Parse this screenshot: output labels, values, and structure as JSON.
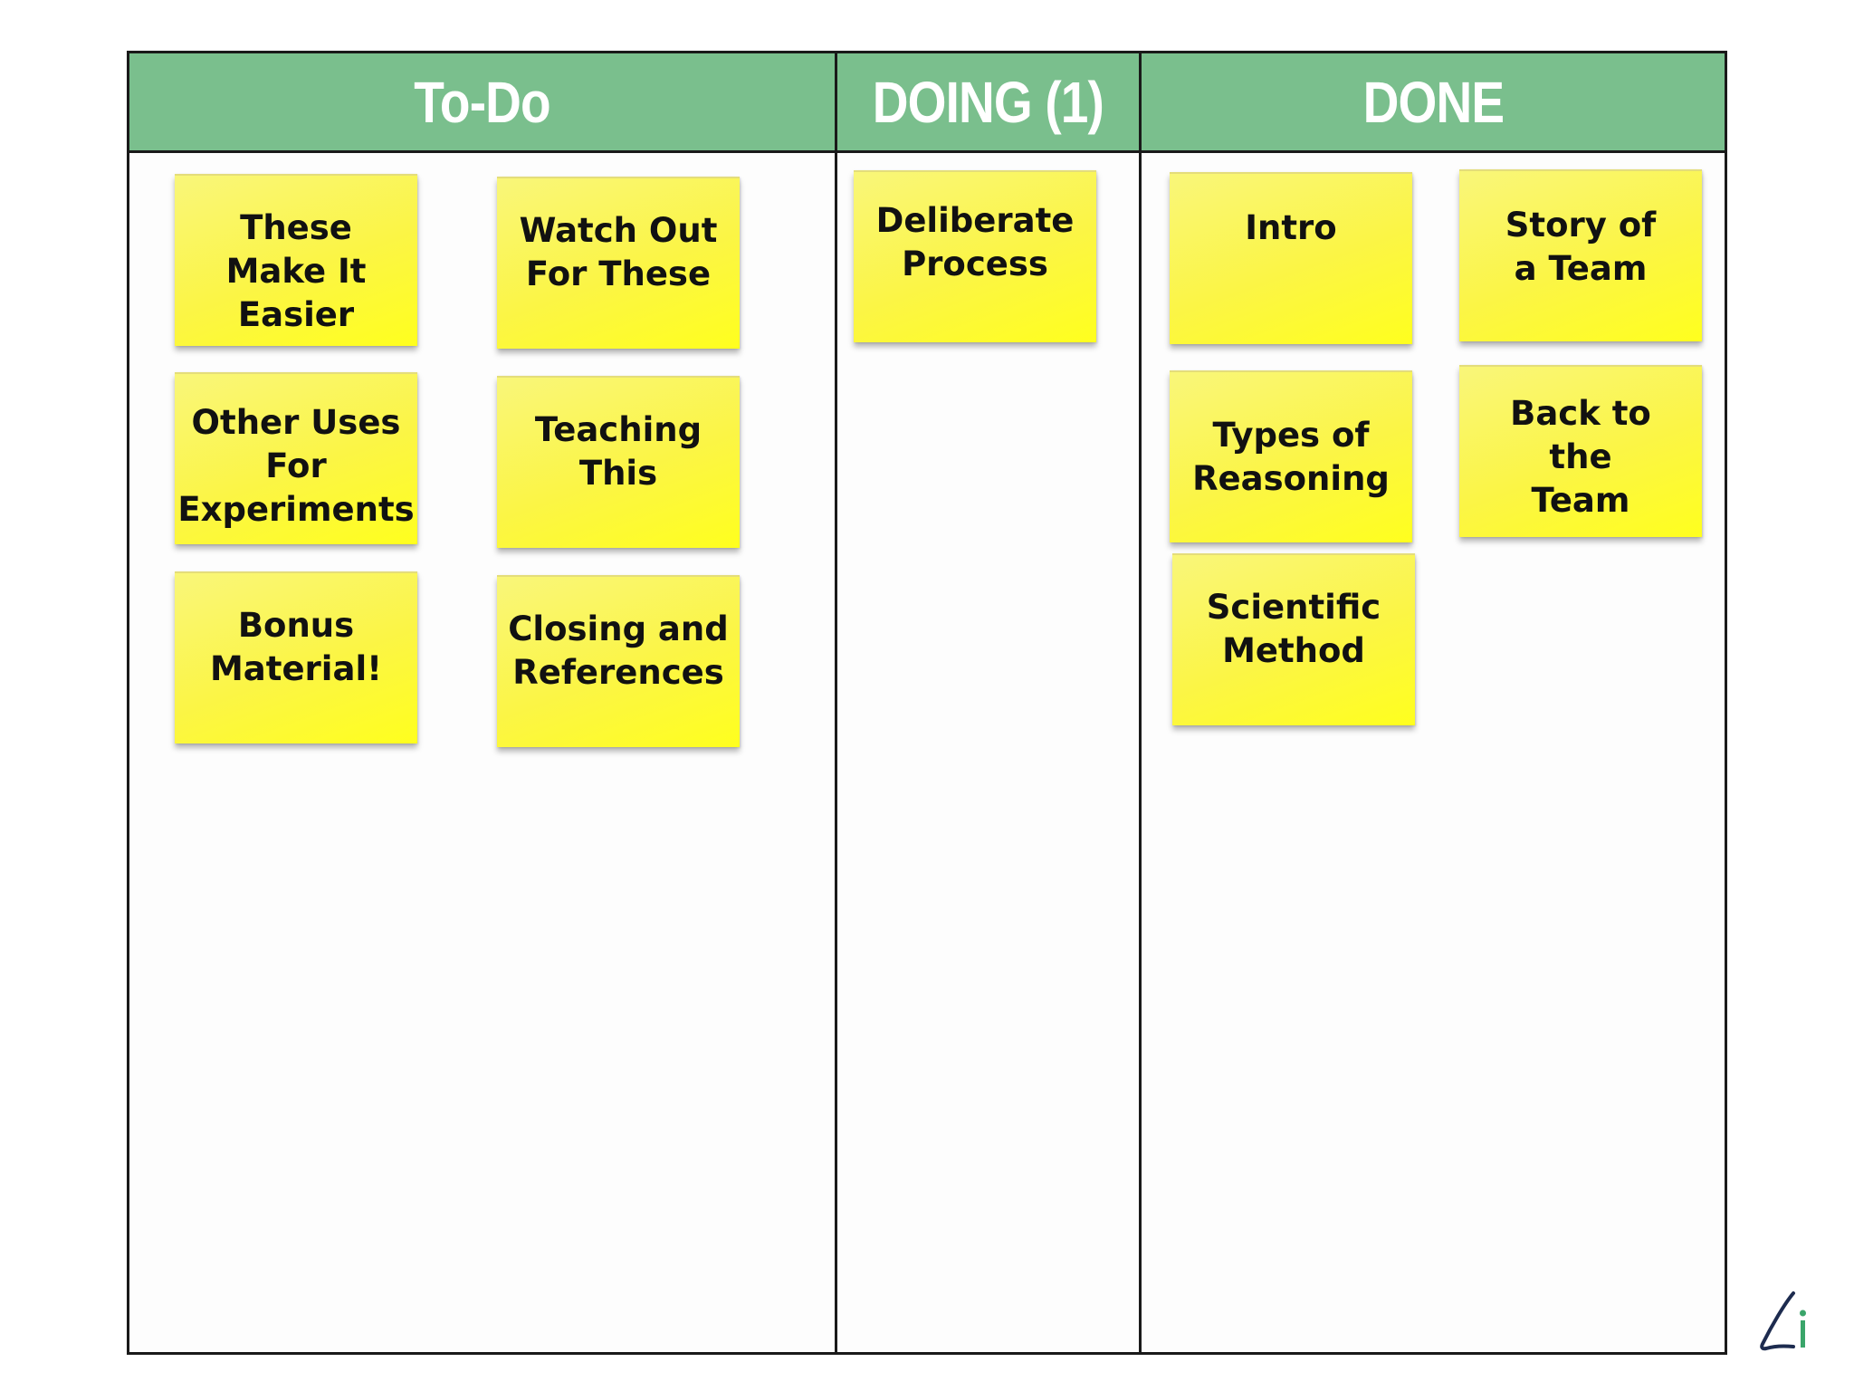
{
  "board": {
    "columns": [
      {
        "title": "To-Do",
        "notes": [
          "These\nMake It\nEasier",
          "Watch Out\nFor These",
          "Other Uses\nFor\nExperiments",
          "Teaching\nThis",
          "Bonus\nMaterial!",
          "Closing and\nReferences"
        ]
      },
      {
        "title": "DOING (1)",
        "notes": [
          "Deliberate\nProcess"
        ]
      },
      {
        "title": "DONE",
        "notes": [
          "Intro",
          "Story of\na Team",
          "Types of\nReasoning",
          "Back to\nthe\nTeam",
          "Scientific\nMethod"
        ]
      }
    ]
  },
  "colors": {
    "header": "#7abf8d",
    "note": "#fbf545",
    "border": "#1a1a1a",
    "logo_green": "#3aa56a",
    "logo_navy": "#1d2b4f"
  },
  "logo": {
    "icon": "li-logo-icon"
  }
}
